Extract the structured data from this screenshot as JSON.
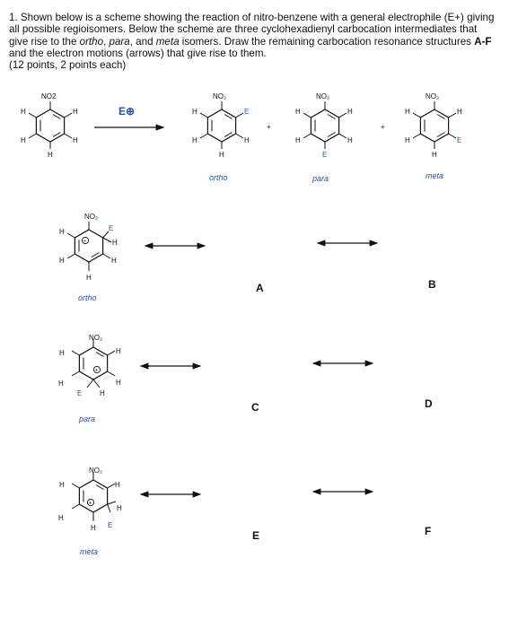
{
  "question": {
    "number": "1.",
    "line1": "Shown below is a scheme showing the reaction of nitro-benzene with a general electrophile",
    "line2": "(E+) giving all possible regioisomers. Below the scheme are three cyclohexadienyl carbocation",
    "line3_a": "intermediates that give rise to the ",
    "ortho": "ortho",
    "sep1": ", ",
    "para": "para",
    "sep2": ", and ",
    "meta": "meta",
    "line3_b": " isomers. Draw the remaining",
    "line4_a": "carbocation resonance structures ",
    "af": "A-F",
    "line4_b": " and the electron motions (arrows) that give rise to them.",
    "line5": "(12 points, 2 points each)"
  },
  "scheme": {
    "nitro": "NO2",
    "h": "H",
    "e": "E",
    "electrophile": "E⊕",
    "plus": "+",
    "labels": [
      "ortho",
      "para",
      "meta"
    ]
  },
  "rows": [
    {
      "label": "ortho",
      "answers": [
        "A",
        "B"
      ]
    },
    {
      "label": "para",
      "answers": [
        "C",
        "D"
      ]
    },
    {
      "label": "meta",
      "answers": [
        "E",
        "F"
      ]
    }
  ]
}
